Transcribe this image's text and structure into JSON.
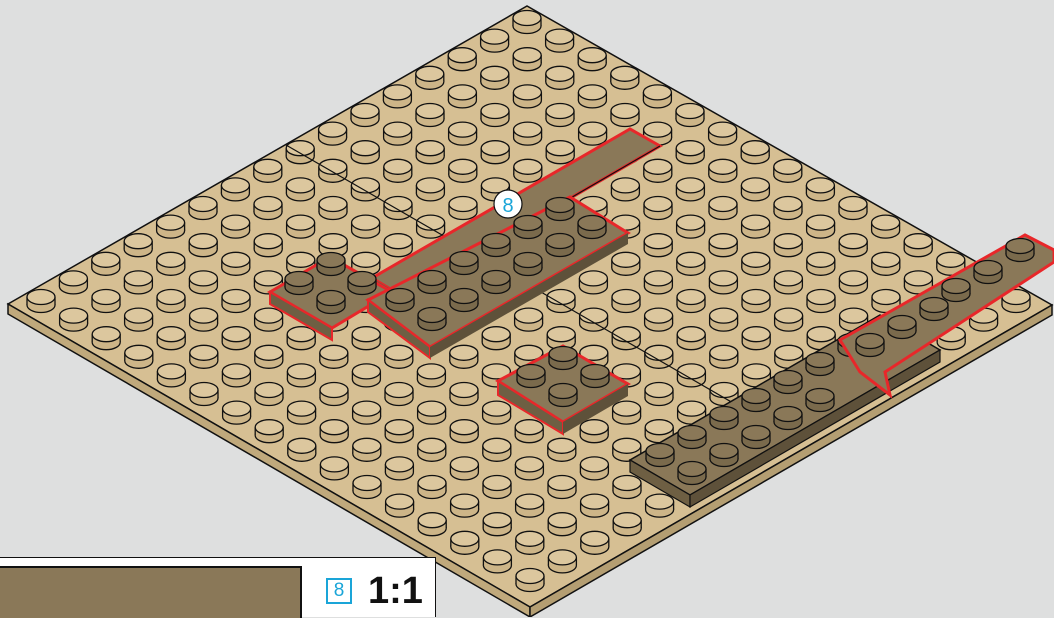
{
  "step": {
    "number": "8"
  },
  "callout": {
    "qty_number": "8",
    "scale": "1:1"
  },
  "colors": {
    "background": "#dedfdf",
    "baseplate": "#d6bf93",
    "stud_outline": "#111111",
    "dark_tan_part": "#8a7858",
    "highlight": "#e8272a",
    "step_number": "#1aa5d8"
  }
}
